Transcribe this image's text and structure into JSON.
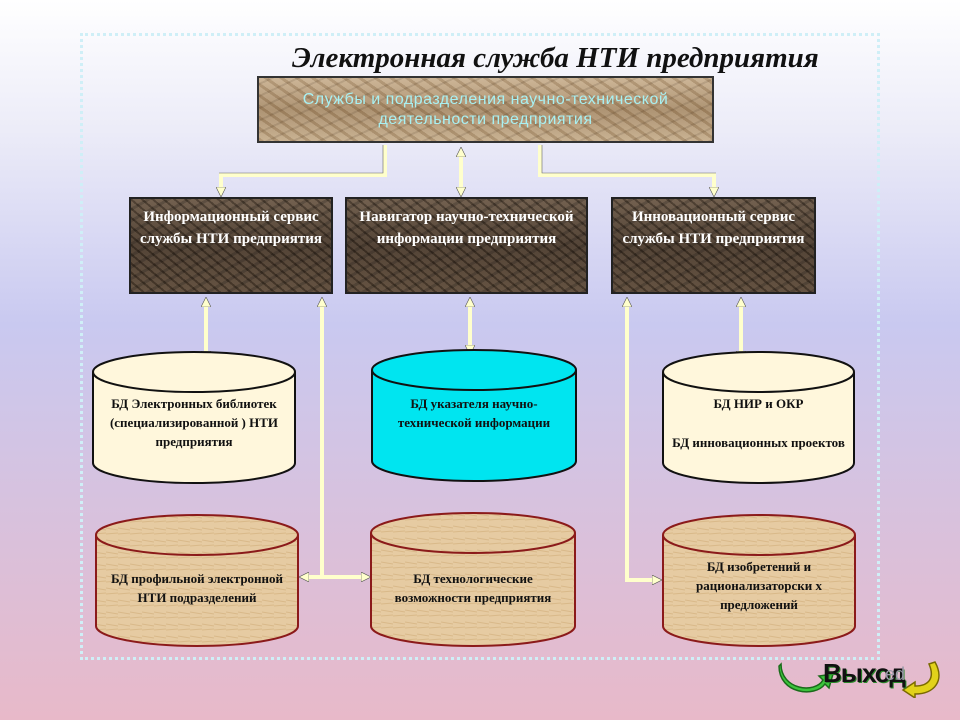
{
  "title": "Электронная служба НТИ предприятия",
  "top_box": "Службы и подразделения научно-технической деятельности предприятия",
  "services": [
    "Информационный сервис службы НТИ предприятия",
    "Навигатор научно-технической информации предприятия",
    "Инновационный сервис службы НТИ предприятия"
  ],
  "db_row1": [
    "БД Электронных библиотек (специализированной ) НТИ предприятия",
    "БД указателя научно-технической информации",
    "БД НИР и ОКР",
    "БД инновационных проектов"
  ],
  "db_row2": [
    "БД профильной электронной НТИ подразделений",
    "БД технологические возможности предприятия",
    "БД изобретений и рационализаторски х предложений"
  ],
  "exit": {
    "label": "Выход",
    "watermark": "ed"
  },
  "colors": {
    "cyan_db": "#00e5f0",
    "cream_db": "#fff7dc",
    "parchment_db": "#e6cba2",
    "connector": "#ffffcc",
    "dark_box": "#4a3a2c"
  }
}
